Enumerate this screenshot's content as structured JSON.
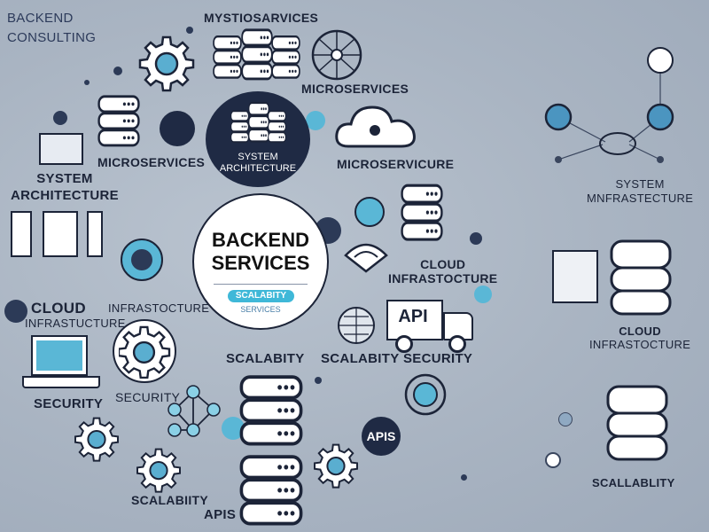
{
  "brand": {
    "line1": "BACKEND",
    "line2": "CONSULTING"
  },
  "center": {
    "title1": "BACKEND",
    "title2": "SERVICES",
    "badge": "SCALABITY",
    "sub": "SERVICES"
  },
  "labels": {
    "top": "MYSTIOSARVICES",
    "micro_top_right": "MICROSERVICES",
    "micro_left": "MICROSERVICES",
    "micro_cloud": "MICROSERVICURE",
    "sysarch_dark_1": "SYSTEM",
    "sysarch_dark_2": "ARCHITECTURE",
    "sysarch_left_1": "SYSTEM",
    "sysarch_left_2": "ARCHITECTURE",
    "cloud_right_1": "CLOUD",
    "cloud_right_2": "INFRASTOCTURE",
    "cloud_left_1": "CLOUD",
    "cloud_left_2": "INFRASTUCTURE",
    "infra_mid": "INFRASTOCTURE",
    "api_truck": "API",
    "scal_1": "SCALABITY",
    "scal_2": "SCALABITY",
    "security_1": "SECURITY",
    "security_2": "SECURITY",
    "security_3": "SECURITY",
    "apis_dark": "APIS",
    "scal_bottom": "SCALABIITY",
    "apis_bottom": "APIS"
  },
  "right_panel": {
    "sys_1": "SYSTEM",
    "sys_2": "MNFRASTECTURE",
    "cloud_1": "CLOUD",
    "cloud_2": "INFRASTOCTURE",
    "scal": "SCALLABLITY"
  },
  "colors": {
    "accent": "#3fb8d8",
    "dark": "#1f2a44",
    "bg": "#a9b4c2"
  }
}
